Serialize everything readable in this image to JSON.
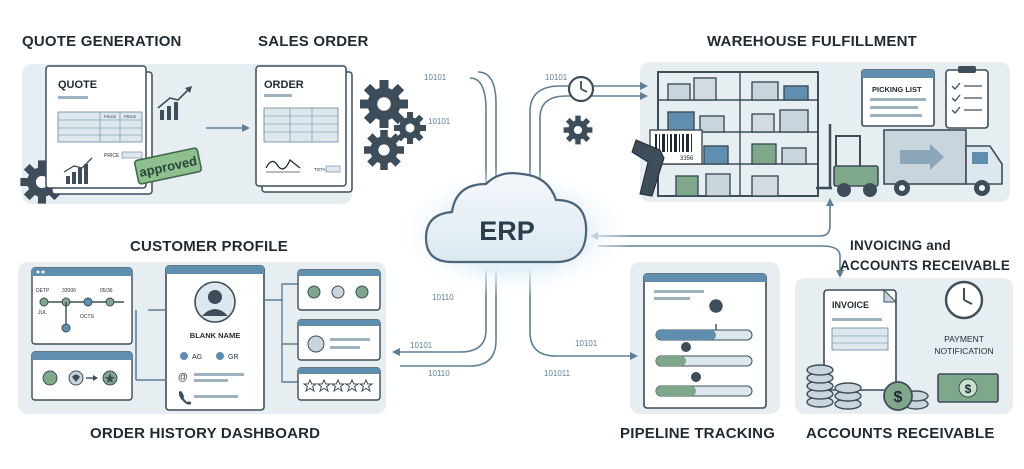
{
  "labels": {
    "quote_generation": "QUOTE GENERATION",
    "sales_order": "SALES ORDER",
    "warehouse_fulfillment": "WAREHOUSE FULFILLMENT",
    "customer_profile": "CUSTOMER PROFILE",
    "invoicing_line1": "INVOICING and",
    "invoicing_line2": "ACCOUNTS RECEIVABLE",
    "order_history_dashboard": "ORDER HISTORY DASHBOARD",
    "pipeline_tracking": "PIPELINE TRACKING",
    "accounts_receivable": "ACCOUNTS RECEIVABLE"
  },
  "erp": {
    "label": "ERP"
  },
  "quote_doc": {
    "title": "QUOTE",
    "price": "PRICE",
    "stamp": "approved",
    "col1": "PRICE",
    "col2": "PRICE"
  },
  "order_doc": {
    "title": "ORDER",
    "total": "TOTAL"
  },
  "warehouse": {
    "picking_list": "PICKING LIST",
    "barcode_number": "3356"
  },
  "profile": {
    "name": "BLANK NAME",
    "tag1": "AG",
    "tag2": "GR"
  },
  "timeline": {
    "l1": "DETP",
    "l2": "33006",
    "l3": "05/36",
    "l4": "JUL",
    "l5": "OCTS"
  },
  "invoice": {
    "title": "INVOICE",
    "payment_line1": "PAYMENT",
    "payment_line2": "NOTIFICATION"
  },
  "binary": {
    "b1": "10101",
    "b2": "10101",
    "b3": "10101",
    "b4": "10101",
    "b5": "10101",
    "b6": "101011",
    "b7": "10110",
    "b8": "10110"
  },
  "colors": {
    "ink": "#1f2a33",
    "stroke": "#3d4d5a",
    "blue": "#5f8eae",
    "green": "#7fa88a",
    "panel": "#e7eef2",
    "glow": "#cfe6f4"
  }
}
